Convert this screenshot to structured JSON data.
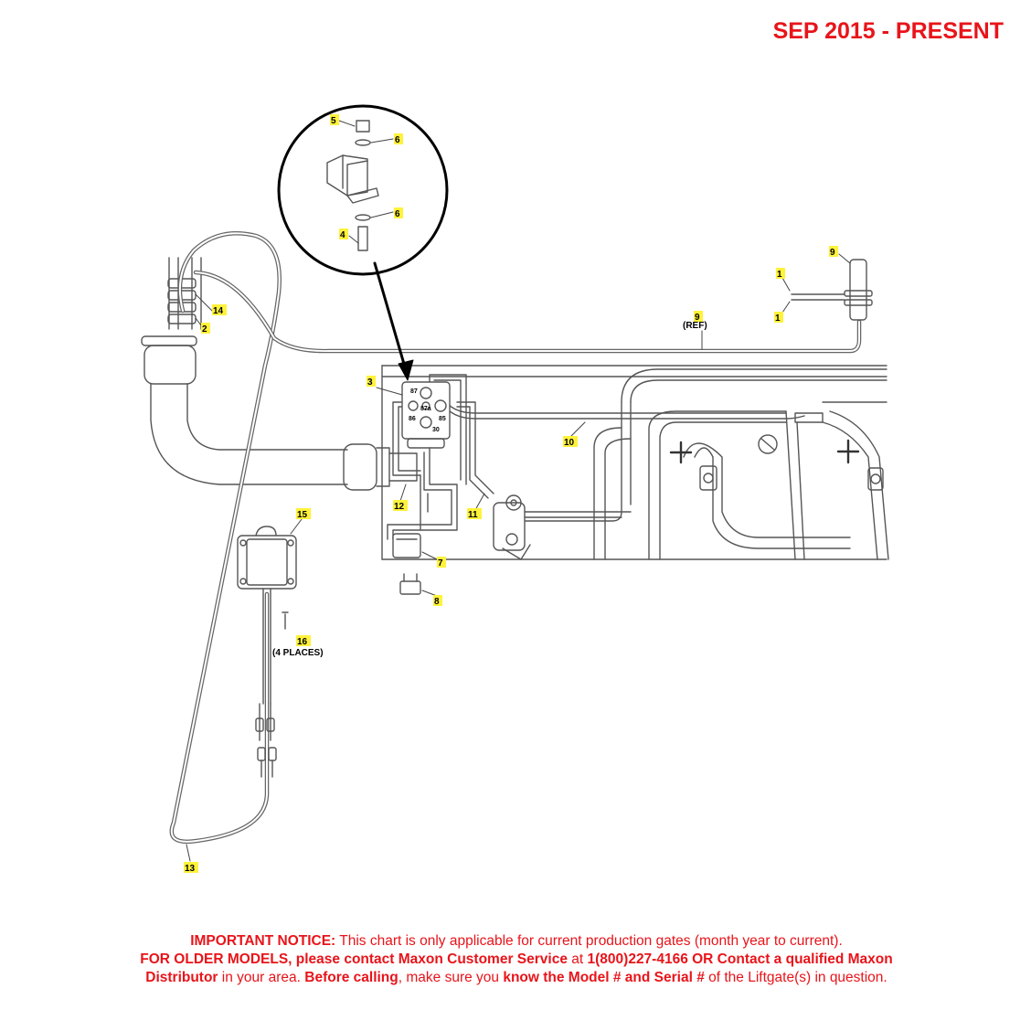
{
  "header": {
    "date_range": "SEP 2015 - PRESENT"
  },
  "callouts": {
    "c5": "5",
    "c6a": "6",
    "c6b": "6",
    "c4": "4",
    "c9a": "9",
    "c1a": "1",
    "c1b": "1",
    "c9b": "9",
    "c9b_note": "(REF)",
    "c14": "14",
    "c2": "2",
    "c3": "3",
    "c10": "10",
    "c12": "12",
    "c11": "11",
    "c15": "15",
    "c7": "7",
    "c8": "8",
    "c16": "16",
    "c16_note": "(4 PLACES)",
    "c13": "13"
  },
  "relay_terminals": {
    "t87": "87",
    "t87a": "87a",
    "t86": "86",
    "t85": "85",
    "t30": "30"
  },
  "notice": {
    "l1_bold": "IMPORTANT NOTICE:",
    "l1_text": " This chart is only applicable for current production gates (month year to current).",
    "l2_bold": "FOR OLDER MODELS, please contact Maxon Customer Service",
    "l2_text": " at ",
    "l2_bold2": "1(800)227-4166 OR Contact a qualified Maxon",
    "l3_bold": "Distributor",
    "l3_text": " in your area. ",
    "l3_bold2": "Before calling",
    "l3_text2": ", make sure you ",
    "l3_bold3": "know the Model # and Serial #",
    "l3_text3": " of the Liftgate(s) in question."
  },
  "colors": {
    "header_red": "#e8141a",
    "callout_yellow": "#fff23b",
    "line": "#555555"
  }
}
